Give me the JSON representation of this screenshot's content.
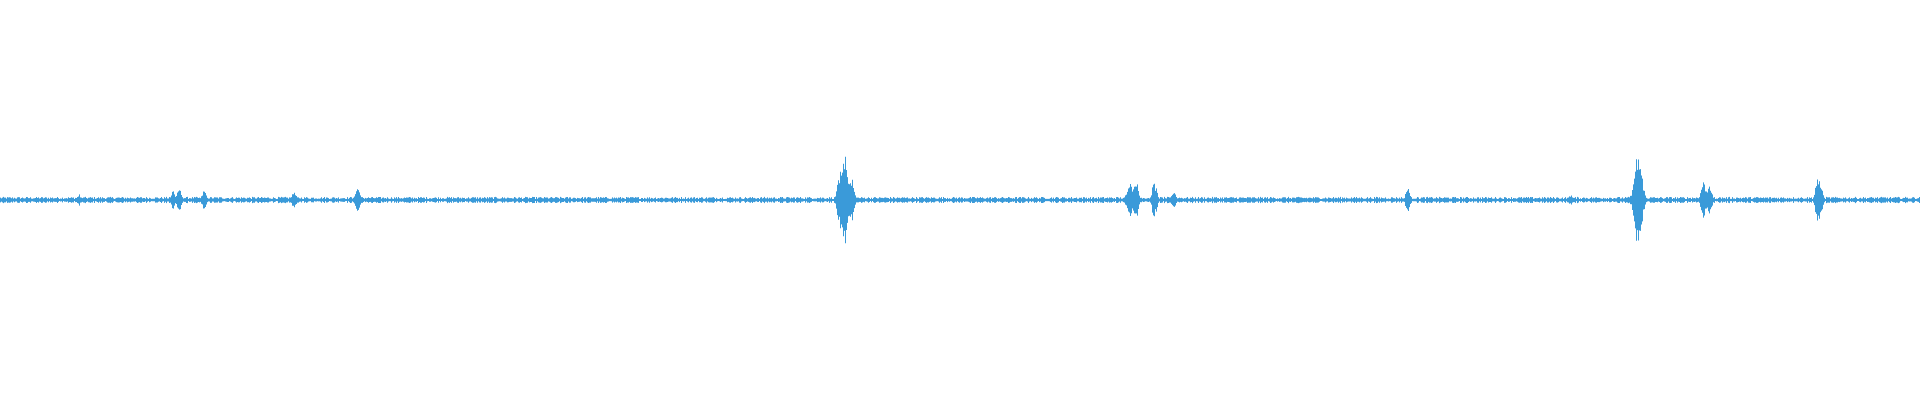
{
  "waveform": {
    "color": "#3a9ad9",
    "background": "#ffffff",
    "baseline_amplitude": 0.012,
    "bursts": [
      {
        "position": 0.041,
        "amplitude": 0.03
      },
      {
        "position": 0.09,
        "amplitude": 0.05
      },
      {
        "position": 0.093,
        "amplitude": 0.06
      },
      {
        "position": 0.106,
        "amplitude": 0.05
      },
      {
        "position": 0.153,
        "amplitude": 0.05
      },
      {
        "position": 0.186,
        "amplitude": 0.07
      },
      {
        "position": 0.438,
        "amplitude": 0.18
      },
      {
        "position": 0.44,
        "amplitude": 0.22
      },
      {
        "position": 0.443,
        "amplitude": 0.12
      },
      {
        "position": 0.588,
        "amplitude": 0.1
      },
      {
        "position": 0.591,
        "amplitude": 0.12
      },
      {
        "position": 0.601,
        "amplitude": 0.09
      },
      {
        "position": 0.611,
        "amplitude": 0.05
      },
      {
        "position": 0.733,
        "amplitude": 0.06
      },
      {
        "position": 0.818,
        "amplitude": 0.03
      },
      {
        "position": 0.853,
        "amplitude": 0.24
      },
      {
        "position": 0.887,
        "amplitude": 0.1
      },
      {
        "position": 0.89,
        "amplitude": 0.08
      },
      {
        "position": 0.947,
        "amplitude": 0.13
      }
    ]
  }
}
